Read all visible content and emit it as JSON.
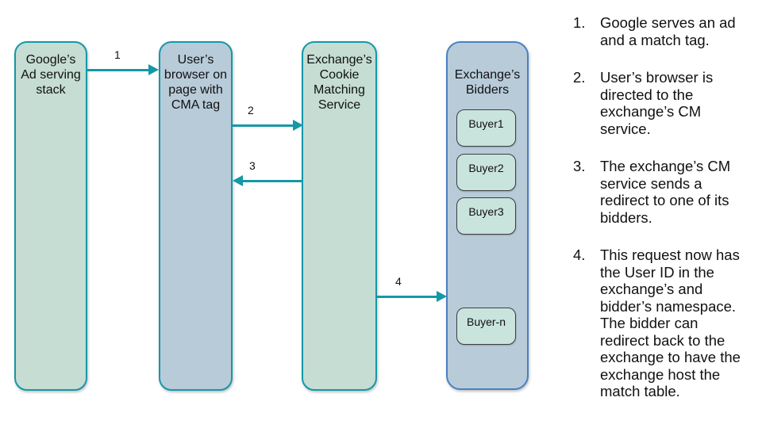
{
  "diagram": {
    "boxes": [
      {
        "id": "google-ad-stack",
        "label": "Google’s\nAd serving\nstack"
      },
      {
        "id": "user-browser",
        "label": "User’s\nbrowser on\npage with\nCMA tag"
      },
      {
        "id": "exchange-cm-service",
        "label": "Exchange’s\nCookie\nMatching\nService"
      },
      {
        "id": "exchange-bidders",
        "label": "Exchange’s\nBidders"
      }
    ],
    "buyers": [
      "Buyer1",
      "Buyer2",
      "Buyer3",
      "Buyer-n"
    ],
    "arrows": [
      {
        "label": "1",
        "from": "google-ad-stack",
        "to": "user-browser",
        "direction": "right"
      },
      {
        "label": "2",
        "from": "user-browser",
        "to": "exchange-cm-service",
        "direction": "right"
      },
      {
        "label": "3",
        "from": "exchange-cm-service",
        "to": "user-browser",
        "direction": "left"
      },
      {
        "label": "4",
        "from": "exchange-cm-service",
        "to": "exchange-bidders",
        "direction": "right"
      }
    ]
  },
  "steps": [
    {
      "number": "1.",
      "text": "Google serves an ad\nand a match tag."
    },
    {
      "number": "2.",
      "text": "User’s browser is\ndirected to the\nexchange’s CM\nservice."
    },
    {
      "number": "3.",
      "text": "The exchange’s CM\nservice sends a\nredirect to one of its\nbidders."
    },
    {
      "number": "4.",
      "text": "This request now has\nthe User ID in the\nexchange’s and\nbidder’s namespace.\nThe bidder can\nredirect back to the\nexchange to have the\nexchange host the\nmatch table."
    }
  ],
  "colors": {
    "node_green_fill": "#c5ddd3",
    "node_blue_fill": "#b8cbd9",
    "teal_border_arrow": "#1598a8",
    "bidders_border": "#4a80c4",
    "buyer_fill": "#c9e3dd",
    "buyer_border": "#3d4043",
    "text": "#111111",
    "background": "#ffffff"
  }
}
